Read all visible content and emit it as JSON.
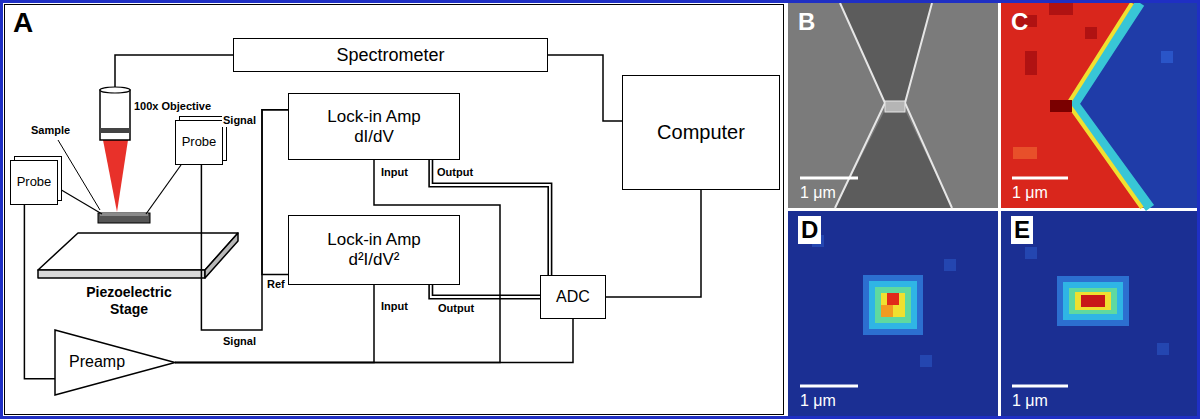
{
  "diagram": {
    "nodes": [
      {
        "text": [
          "A"
        ]
      },
      {
        "text": [
          "Spectrometer"
        ],
        "in": 0
      },
      {
        "text": [
          "Lock-in Amp dI/dV"
        ],
        "in": 0
      },
      {
        "text": [
          "Lock-in Amp d²I/dV²"
        ],
        "in": 0
      },
      {
        "text": [
          "Computer"
        ],
        "in": 0
      },
      {
        "text": [
          "ADC"
        ],
        "in": 0
      },
      {
        "text": [
          "Probe"
        ],
        "in": 0
      },
      {
        "text": [
          "Probe"
        ],
        "in": 0
      },
      {
        "text": [
          "Preamp"
        ],
        "in": 0
      },
      {
        "text": [
          "B",
          "1 μm"
        ]
      },
      {
        "text": [
          "C",
          "1 μm"
        ]
      },
      {
        "text": [
          "D",
          "1 μm"
        ]
      },
      {
        "text": [
          "E",
          "1 μm"
        ]
      }
    ],
    "edges": [
      {
        "from": 1,
        "to": 4,
        "arrow": "none"
      },
      {
        "from": 2,
        "to": 5,
        "label": "Output",
        "arrow": "none"
      },
      {
        "from": 3,
        "to": 5,
        "label": "Output",
        "arrow": "none"
      },
      {
        "from": 8,
        "to": 2,
        "label": "Input",
        "arrow": "none"
      },
      {
        "from": 8,
        "to": 3,
        "label": "Input",
        "arrow": "none"
      },
      {
        "from": 8,
        "to": 5,
        "arrow": "none"
      },
      {
        "from": 6,
        "to": 8,
        "arrow": "none"
      },
      {
        "from": 2,
        "to": 7,
        "label": "Signal",
        "arrow": "none"
      },
      {
        "from": 2,
        "to": 3,
        "label": "Ref",
        "arrow": "none"
      },
      {
        "from": 5,
        "to": 4,
        "arrow": "none"
      }
    ],
    "labels": [
      "Sample",
      "100x Objective",
      "Piezoelectric Stage",
      "Signal"
    ]
  }
}
